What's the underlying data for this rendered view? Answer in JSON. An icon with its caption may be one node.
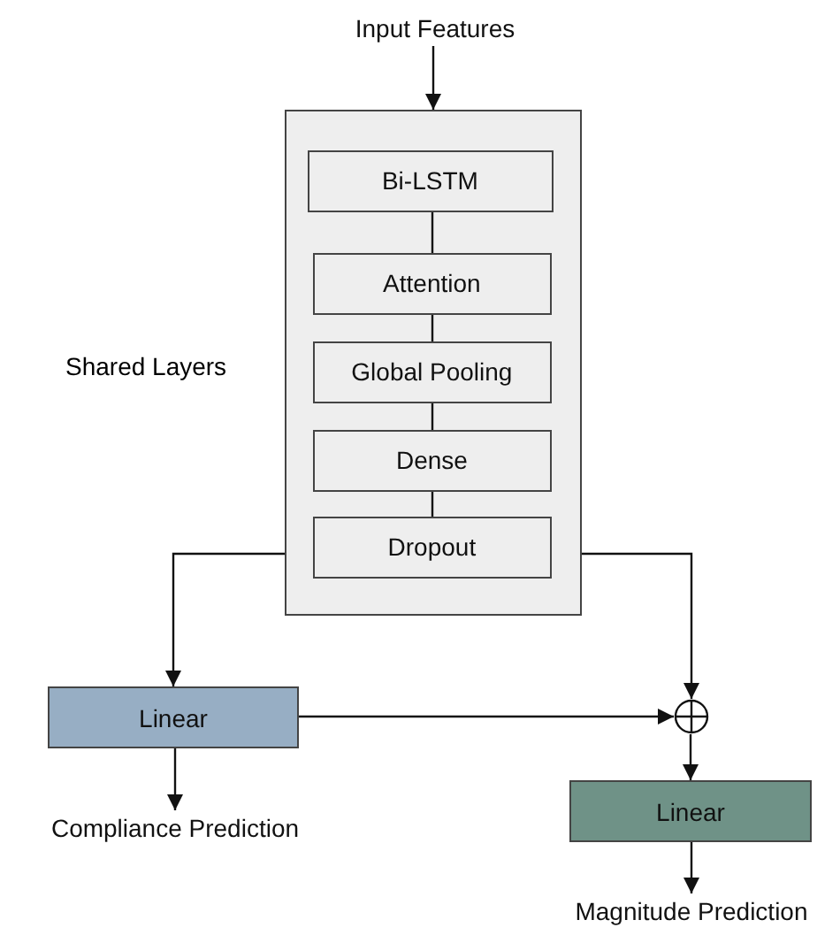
{
  "diagram": {
    "nodes": [
      {
        "text": [
          "Input Features"
        ]
      },
      {
        "text": [],
        "shape": "box",
        "beside": [
          "Shared Layers"
        ]
      },
      {
        "text": [
          "Bi-LSTM"
        ],
        "in": 1
      },
      {
        "text": [
          "Attention"
        ],
        "in": 1
      },
      {
        "text": [
          "Global Pooling"
        ],
        "in": 1
      },
      {
        "text": [
          "Dense"
        ],
        "in": 1
      },
      {
        "text": [
          "Dropout"
        ],
        "in": 1
      },
      {
        "text": [
          "Linear"
        ]
      },
      {
        "text": [],
        "shape": "circle"
      },
      {
        "text": [
          "Linear"
        ]
      },
      {
        "text": [
          "Compliance Prediction"
        ]
      },
      {
        "text": [
          "Magnitude Prediction"
        ]
      }
    ],
    "edges": [
      {
        "from": 0,
        "to": 1,
        "arrow": "to"
      },
      {
        "from": 2,
        "to": 3,
        "arrow": "none"
      },
      {
        "from": 3,
        "to": 4,
        "arrow": "none"
      },
      {
        "from": 4,
        "to": 5,
        "arrow": "none"
      },
      {
        "from": 5,
        "to": 6,
        "arrow": "none"
      },
      {
        "from": 1,
        "to": 7,
        "arrow": "to"
      },
      {
        "from": 1,
        "to": 8,
        "arrow": "to"
      },
      {
        "from": 7,
        "to": 8,
        "arrow": "to"
      },
      {
        "from": 8,
        "to": 9,
        "arrow": "to"
      },
      {
        "from": 7,
        "to": 10,
        "arrow": "to"
      },
      {
        "from": 9,
        "to": 11,
        "arrow": "to"
      }
    ]
  }
}
